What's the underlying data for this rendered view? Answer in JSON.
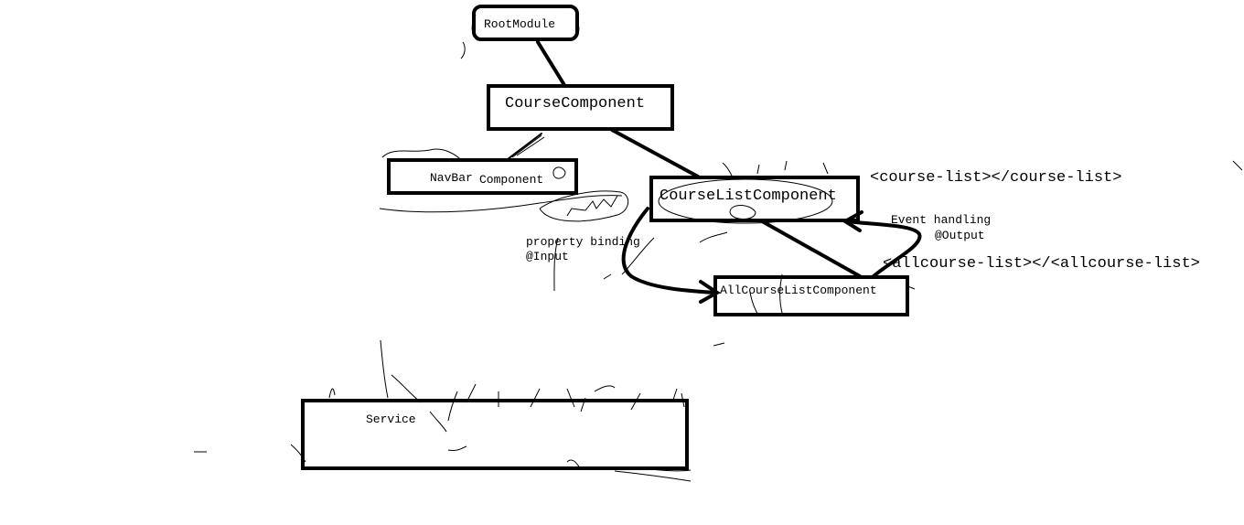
{
  "nodes": {
    "root_module": "RootModule",
    "course_component": "CourseComponent",
    "navbar_component": {
      "part1": "NavBar",
      "part2": "Component"
    },
    "course_list_component": "CourseListComponent",
    "all_course_list_component": "AllCourseListComponent",
    "service": "Service"
  },
  "annotations": {
    "course_list_tag": "<course-list></course-list>",
    "allcourse_list_tag": "<allcourse-list></<allcourse-list>",
    "event_handling": "Event handling",
    "output_decorator": "@Output",
    "property_binding": "property binding",
    "input_decorator": "@Input"
  },
  "colors": {
    "ink": "#000000",
    "background": "#ffffff"
  }
}
